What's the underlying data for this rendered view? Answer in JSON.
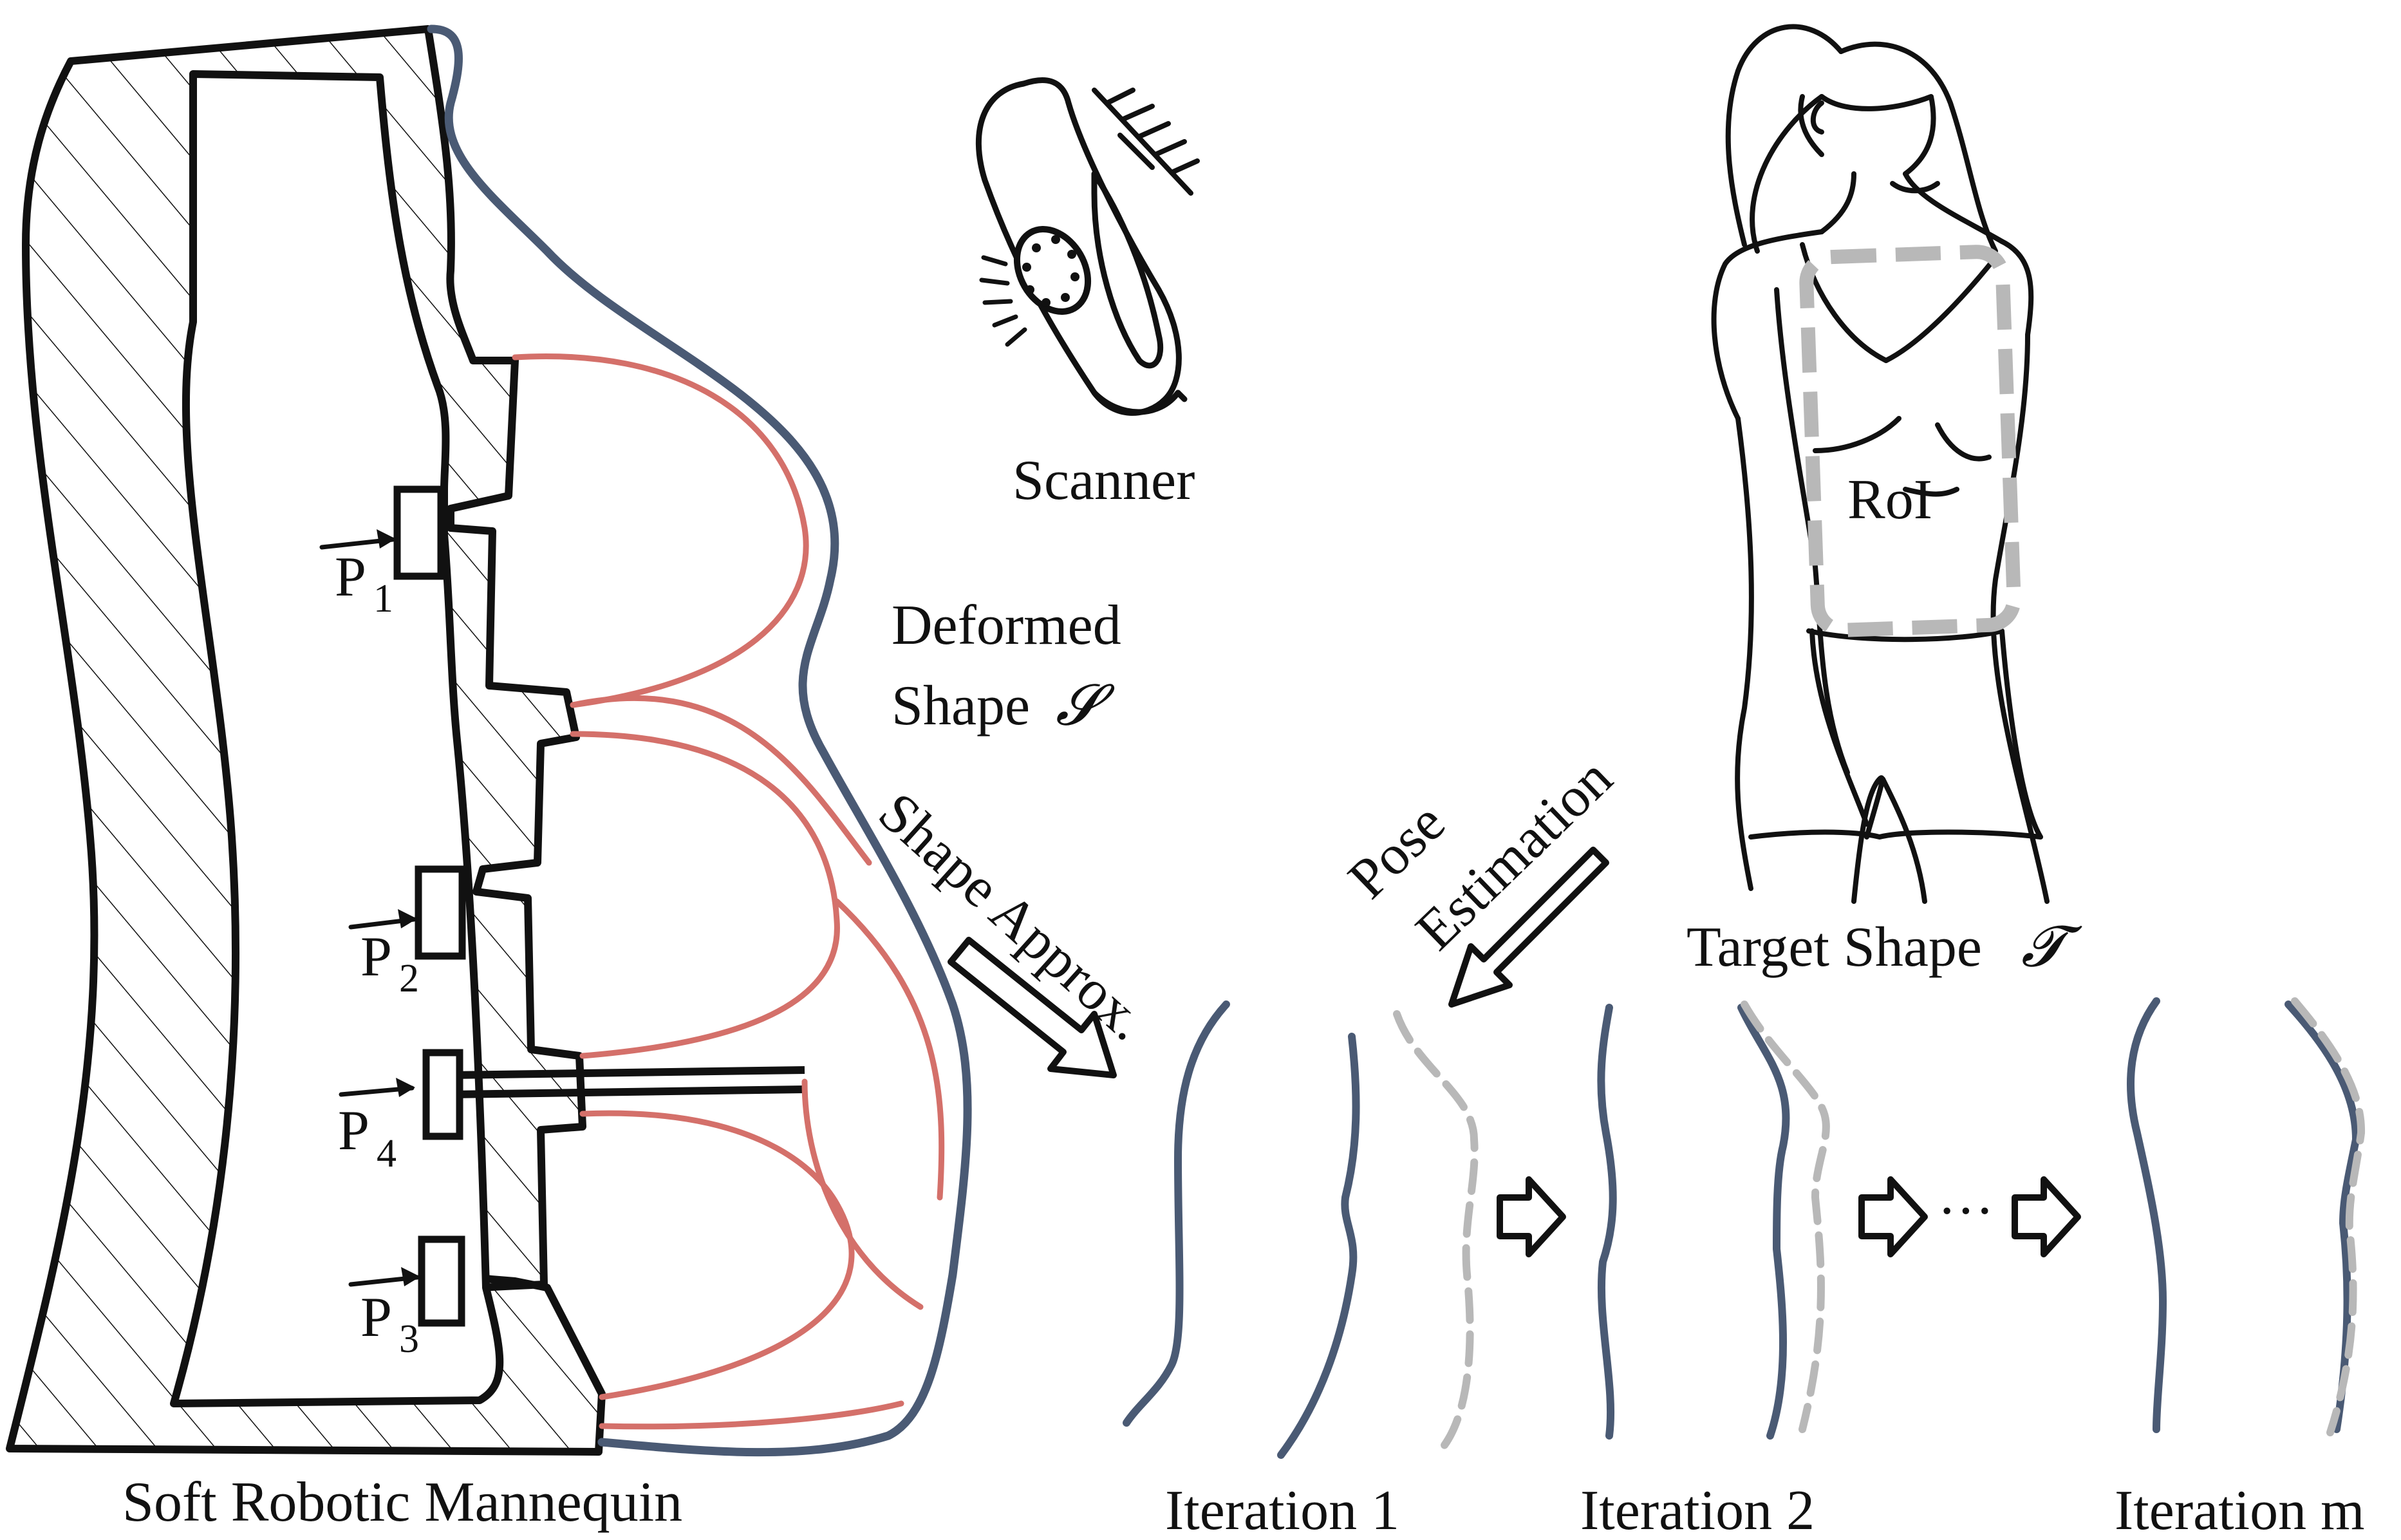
{
  "labels": {
    "scanner": "Scanner",
    "deformed_line1": "Deformed",
    "deformed_line2": "Shape",
    "deformed_symbol": "𝓢",
    "roi": "RoI",
    "target_shape": "Target Shape",
    "target_symbol": "𝓣",
    "shape_approx": "Shape Approx.",
    "pose": "Pose",
    "estimation": "Estimation",
    "mannequin": "Soft Robotic Mannequin",
    "ellipsis": "···",
    "pistons": [
      {
        "letter": "P",
        "index": "1"
      },
      {
        "letter": "P",
        "index": "2"
      },
      {
        "letter": "P",
        "index": "4"
      },
      {
        "letter": "P",
        "index": "3"
      }
    ],
    "iterations": [
      "Iteration 1",
      "Iteration 2",
      "Iteration m"
    ]
  },
  "colors": {
    "outline": "#111111",
    "skin": "#4a5a74",
    "chamber": "#d4706a",
    "target": "#b8b8b8"
  }
}
